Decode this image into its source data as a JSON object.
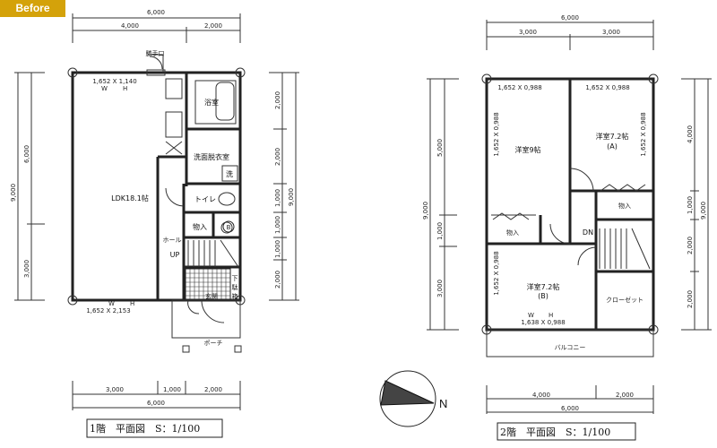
{
  "badge": "Before",
  "floor1": {
    "title": "1階　平面図　S：1/100",
    "dims_top": {
      "total": "6,000",
      "a": "4,000",
      "b": "2,000"
    },
    "dims_bottom": {
      "total": "6,000",
      "a": "3,000",
      "b": "1,000",
      "c": "2,000"
    },
    "dims_left": {
      "total": "9,000",
      "a": "6,000",
      "b": "3,000"
    },
    "dims_right": {
      "total": "9,000",
      "a": "2,000",
      "b": "2,000",
      "c": "1,000",
      "d": "1,000",
      "e": "1,000",
      "f": "2,000"
    },
    "rooms": {
      "bath": "浴室",
      "washroom": "洗面脱衣室",
      "washer": "洗",
      "toilet": "トイレ",
      "ldk": "LDK18.1帖",
      "storage": "物入",
      "b_mark": "B",
      "hall": "ホール",
      "up": "UP",
      "entrance": "玄関",
      "shoe1": "下",
      "shoe2": "駄",
      "shoe3": "箱",
      "porch": "ポーチ",
      "back_door": "勝手口"
    },
    "windows": {
      "top": "1,652 X 1,140",
      "bottom": "1,652 X 2,153",
      "w": "W",
      "h": "H"
    }
  },
  "floor2": {
    "title": "2階　平面図　S：1/100",
    "dims_top": {
      "total": "6,000",
      "a": "3,000",
      "b": "3,000"
    },
    "dims_bottom": {
      "total": "6,000",
      "a": "4,000",
      "b": "2,000"
    },
    "dims_left": {
      "total": "9,000",
      "a": "5,000",
      "b": "1,000",
      "c": "3,000"
    },
    "dims_right": {
      "total": "9,000",
      "a": "4,000",
      "b": "1,000",
      "c": "2,000",
      "d": "2,000"
    },
    "rooms": {
      "room9": "洋室9帖",
      "room72a": "洋室7.2帖",
      "a": "(A)",
      "room72b": "洋室7.2帖",
      "b": "(B)",
      "storage1": "物入",
      "storage2": "物入",
      "dn": "DN",
      "closet": "クローゼット",
      "balcony": "バルコニー"
    },
    "windows": {
      "w1": "1,652 X 0,988",
      "w2": "1,652 X 0,988",
      "w3": "1,652 X 0,988",
      "w4": "1,652 X 0,988",
      "w5": "1,652 X 0,988",
      "w6": "1,638 X 0,988",
      "w": "W",
      "h": "H"
    }
  },
  "compass": {
    "north": "N"
  }
}
